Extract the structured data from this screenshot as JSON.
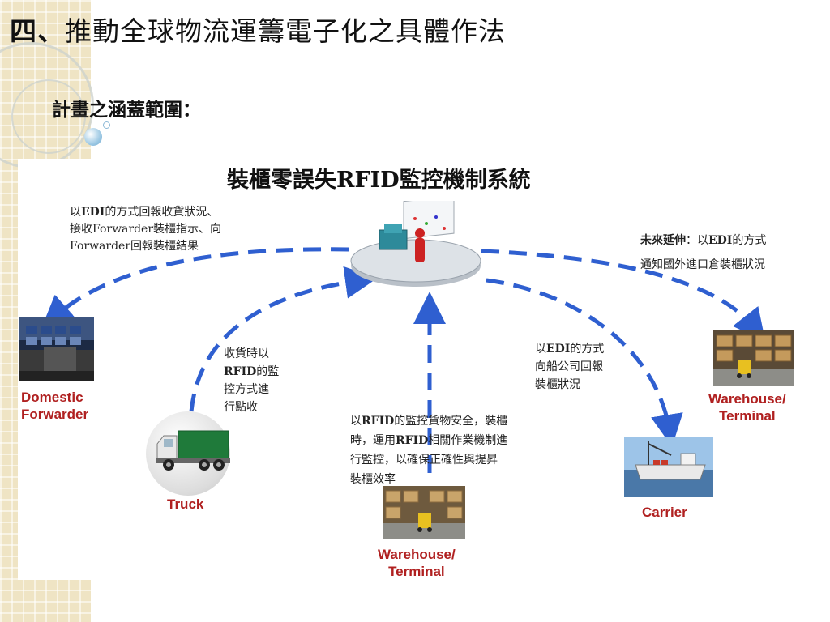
{
  "slide": {
    "title_num": "四、",
    "title_text": "推動全球物流運籌電子化之具體作法",
    "subtitle": "計畫之涵蓋範圍："
  },
  "diagram": {
    "title": "裝櫃零誤失RFID監控機制系統",
    "notes": {
      "forwarder_l1a": "以",
      "forwarder_l1b": "EDI",
      "forwarder_l1c": "的方式回報收貨狀況、",
      "forwarder_l2a": "接收",
      "forwarder_l2b": "Forwarder",
      "forwarder_l2c": "裝櫃指示、向",
      "forwarder_l3a": "Forwarder",
      "forwarder_l3b": "回報裝櫃結果",
      "future_a": "未來延伸",
      "future_b": "：以",
      "future_c": "EDI",
      "future_d": "的方式",
      "future_l2": "通知國外進口倉裝櫃狀況",
      "truck_l1": "收貨時以",
      "truck_l2a": "RFID",
      "truck_l2b": "的監",
      "truck_l3": "控方式進",
      "truck_l4": "行點收",
      "carrier_l1a": "以",
      "carrier_l1b": "EDI",
      "carrier_l1c": "的方式",
      "carrier_l2": "向船公司回報",
      "carrier_l3": "裝櫃狀況",
      "wh_l1a": "以",
      "wh_l1b": "RFID",
      "wh_l1c": "的監控貨物安全，裝櫃",
      "wh_l2a": "時，運用",
      "wh_l2b": "RFID",
      "wh_l2c": "相關作業機制進",
      "wh_l3": "行監控，以確保正確性與提昇",
      "wh_l4": "裝櫃效率"
    },
    "labels": {
      "domestic_1": "Domestic",
      "domestic_2": "Forwarder",
      "truck": "Truck",
      "carrier": "Carrier",
      "wh_right_1": "Warehouse/",
      "wh_right_2": "Terminal",
      "wh_bottom_1": "Warehouse/",
      "wh_bottom_2": "Terminal"
    }
  },
  "colors": {
    "arrow": "#2f5fd0",
    "label": "#b02020",
    "truck_box": "#1f7a3a"
  },
  "icons": {
    "hub": "rfid-control-center-icon",
    "truck": "truck-icon",
    "ship": "cargo-ship-icon",
    "warehouse": "warehouse-icon",
    "forwarder": "container-port-icon"
  }
}
